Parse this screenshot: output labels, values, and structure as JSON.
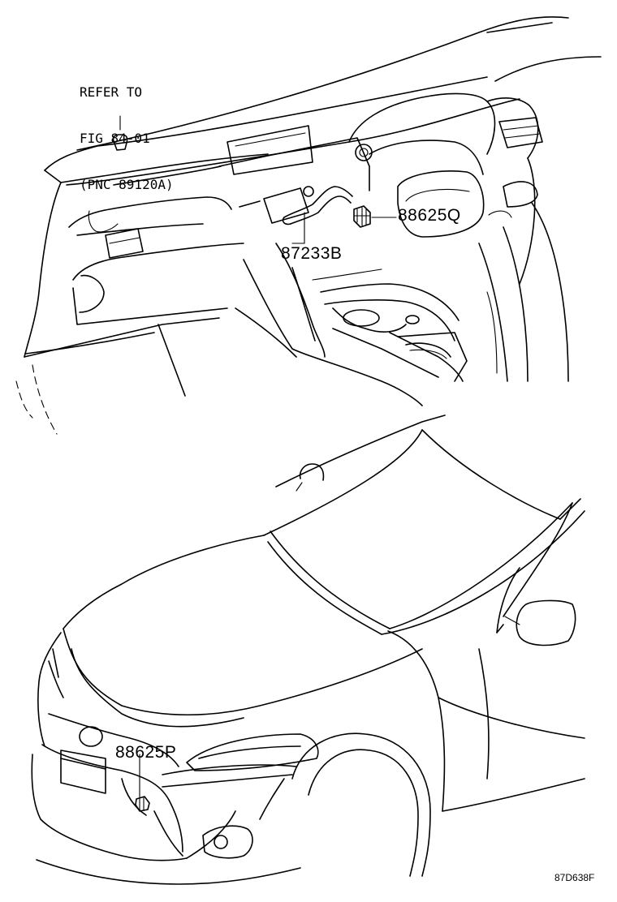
{
  "reference_note": {
    "line1": "REFER TO",
    "line2": "FIG 84-01",
    "line3": "(PNC 89120A)"
  },
  "parts": {
    "p1": "88625Q",
    "p2": "87233B",
    "p3": "88625P"
  },
  "diagram_code": "87D638F",
  "icons": [
    "dashboard-illustration",
    "car-front-illustration"
  ]
}
